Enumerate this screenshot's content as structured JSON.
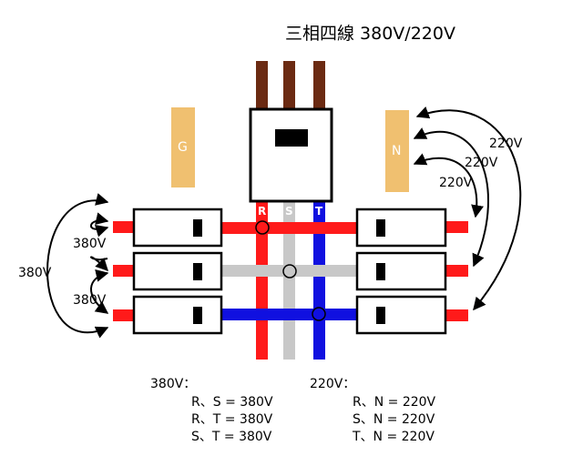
{
  "title": "三相四線  380V/220V",
  "bus_letters": {
    "r": "R",
    "s": "S",
    "t": "T"
  },
  "ground_label": "G",
  "neutral_label": "N",
  "arrow_labels": {
    "left_top": "380V",
    "left_bottom": "380V",
    "left_outer": "380V",
    "right_inner": "220V",
    "right_middle": "220V",
    "right_outer": "220V"
  },
  "legend_380": {
    "heading": "380V：",
    "lines": [
      "R、S = 380V",
      "R、T = 380V",
      "S、T = 380V"
    ]
  },
  "legend_220": {
    "heading": "220V：",
    "lines": [
      "R、N = 220V",
      "S、N = 220V",
      "T、N = 220V"
    ]
  },
  "colors": {
    "r_phase": "#ff1a1a",
    "s_phase": "#c8c8c8",
    "t_phase": "#1010e0",
    "feeder": "#6b2a12",
    "ground": "#f0c070",
    "neutral": "#f0c070"
  }
}
